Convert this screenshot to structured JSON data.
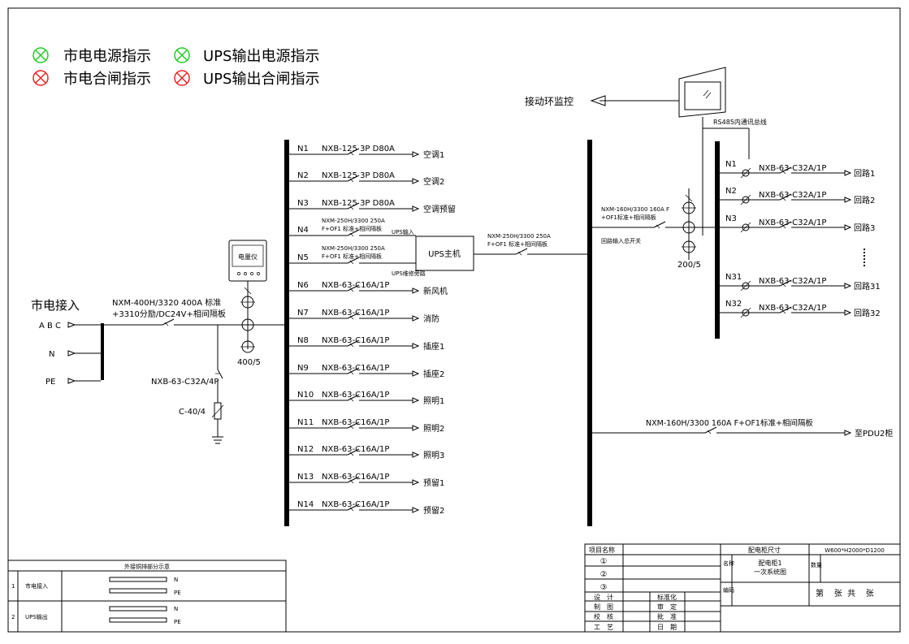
{
  "legend": {
    "items": [
      {
        "label": "市电电源指示",
        "color": "#22cc22"
      },
      {
        "label": "UPS输出电源指示",
        "color": "#22cc22"
      },
      {
        "label": "市电合闸指示",
        "color": "#ee2222"
      },
      {
        "label": "UPS输出合闸指示",
        "color": "#ee2222"
      }
    ]
  },
  "input": {
    "title": "市电接入",
    "phases": [
      "A B C",
      "N",
      "PE"
    ],
    "breaker": "NXM-400H/3320 400A 标准",
    "breaker_note": "+3310分励/DC24V+相间隔板",
    "meter_label": "电量仪",
    "ct": "400/5",
    "spd_breaker": "NXB-63-C32A/4P",
    "spd": "C-40/4"
  },
  "left_branches": [
    {
      "id": "N1",
      "breaker": "NXB-125  3P  D80A",
      "load": "空调1"
    },
    {
      "id": "N2",
      "breaker": "NXB-125  3P  D80A",
      "load": "空调2"
    },
    {
      "id": "N3",
      "breaker": "NXB-125  3P  D80A",
      "load": "空调预留"
    },
    {
      "id": "N4",
      "breaker": "NXM-250H/3300  250A",
      "breaker2": "F+OF1 标准+相间隔板",
      "load": "UPS输入"
    },
    {
      "id": "N5",
      "breaker": "NXM-250H/3300  250A",
      "breaker2": "F+OF1 标准+相间隔板",
      "load": "UPS维修旁路"
    },
    {
      "id": "N6",
      "breaker": "NXB-63-C16A/1P",
      "load": "新风机"
    },
    {
      "id": "N7",
      "breaker": "NXB-63-C16A/1P",
      "load": "消防"
    },
    {
      "id": "N8",
      "breaker": "NXB-63-C16A/1P",
      "load": "插座1"
    },
    {
      "id": "N9",
      "breaker": "NXB-63-C16A/1P",
      "load": "插座2"
    },
    {
      "id": "N10",
      "breaker": "NXB-63-C16A/1P",
      "load": "照明1"
    },
    {
      "id": "N11",
      "breaker": "NXB-63-C16A/1P",
      "load": "照明2"
    },
    {
      "id": "N12",
      "breaker": "NXB-63-C16A/1P",
      "load": "照明3"
    },
    {
      "id": "N13",
      "breaker": "NXB-63-C16A/1P",
      "load": "预留1"
    },
    {
      "id": "N14",
      "breaker": "NXB-63-C16A/1P",
      "load": "预留2"
    }
  ],
  "ups": {
    "label": "UPS主机",
    "out_breaker": "NXM-250H/3300  250A",
    "out_breaker2": "F+OF1 标准+相间隔板"
  },
  "monitor": {
    "label": "接动环监控",
    "bus": "RS485内通讯总线"
  },
  "right_feed": {
    "breaker": "NXM-160H/3300  160A  F",
    "breaker2": "+OF1标准+相间隔板",
    "label": "回路输入总开关",
    "ct": "200/5"
  },
  "right_branches": [
    {
      "id": "N1",
      "breaker": "NXB-63-C32A/1P",
      "load": "回路1"
    },
    {
      "id": "N2",
      "breaker": "NXB-63-C32A/1P",
      "load": "回路2"
    },
    {
      "id": "N3",
      "breaker": "NXB-63-C32A/1P",
      "load": "回路3"
    },
    {
      "id": "N31",
      "breaker": "NXB-63-C32A/1P",
      "load": "回路31"
    },
    {
      "id": "N32",
      "breaker": "NXB-63-C32A/1P",
      "load": "回路32"
    }
  ],
  "pdu2": {
    "breaker": "NXM-160H/3300  160A  F+OF1标准+相间隔板",
    "load": "至PDU2柜"
  },
  "copper_table": {
    "title": "外接铜排部分示意",
    "rows": [
      {
        "no": "1",
        "name": "市电接入",
        "n": "N",
        "pe": "PE"
      },
      {
        "no": "2",
        "name": "UPS输出",
        "n": "N",
        "pe": "PE"
      }
    ]
  },
  "title_block": {
    "project_name": "项目名称",
    "size_label": "配电柜尺寸",
    "size_value": "W600*H2000*D1200",
    "circles": [
      "①",
      "②",
      "③"
    ],
    "name_label": "名称",
    "name_value": "配电柜1",
    "name_value2": "一次系统图",
    "qty_label": "数量",
    "code_label": "编码",
    "sheet": "第    张  共    张",
    "left_roles": [
      "设　计",
      "制　图",
      "校　核",
      "工　艺"
    ],
    "right_roles": [
      "标准化",
      "审　定",
      "批　准",
      "日　期"
    ]
  }
}
